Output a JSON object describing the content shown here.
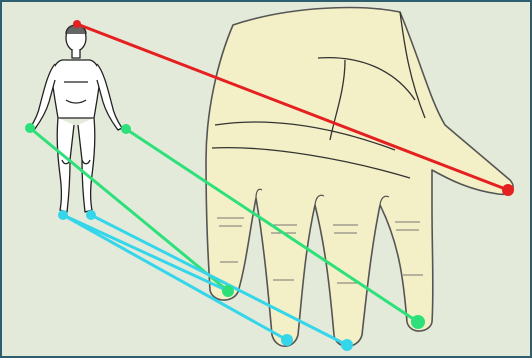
{
  "colors": {
    "background": "#e4ead9",
    "frame_border": "#2f5f6f",
    "hand_fill": "#f3efc6",
    "outline": "#555555",
    "head_line": "#e52020",
    "arm_lines": "#2ee07a",
    "leg_lines": "#35d6ea"
  },
  "icons": {
    "figure": "human-figure-icon",
    "hand": "palm-hand-icon"
  },
  "correspondences": [
    {
      "id": "head-to-thumb",
      "from": "head",
      "to": "thumb-tip",
      "color": "#e52020"
    },
    {
      "id": "left-hand-to-index",
      "from": "left-hand",
      "to": "index-finger-tip",
      "color": "#2ee07a"
    },
    {
      "id": "right-hand-to-little",
      "from": "right-hand",
      "to": "little-finger-tip",
      "color": "#2ee07a"
    },
    {
      "id": "left-foot-to-middle",
      "from": "left-foot",
      "to": "middle-finger-tip",
      "color": "#35d6ea"
    },
    {
      "id": "right-foot-to-ring",
      "from": "right-foot",
      "to": "ring-finger-tip",
      "color": "#35d6ea"
    }
  ]
}
